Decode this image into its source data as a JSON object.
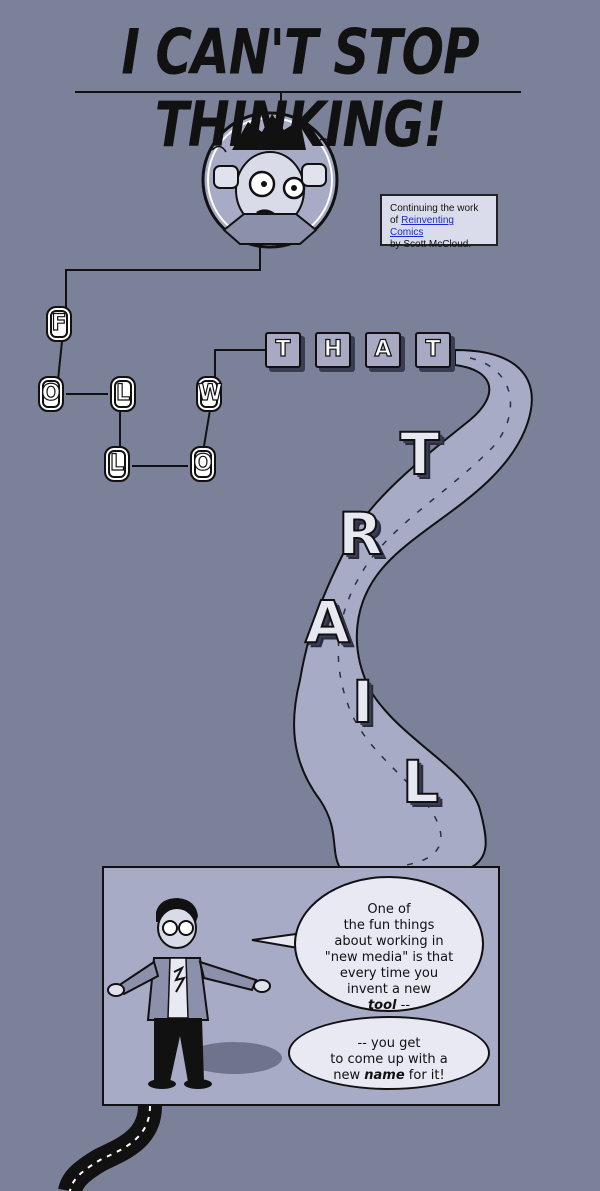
{
  "title": "I CAN'T STOP THINKING!",
  "note": {
    "line1": "Continuing the work",
    "line2_prefix": "of ",
    "link": "Reinventing Comics",
    "line3": "by Scott McCloud."
  },
  "follow_letters": [
    "F",
    "O",
    "L",
    "L",
    "O",
    "W"
  ],
  "that_letters": [
    "T",
    "H",
    "A",
    "T"
  ],
  "trail_letters": [
    "T",
    "R",
    "A",
    "I",
    "L"
  ],
  "balloon1": {
    "l1": "One of",
    "l2": "the fun things",
    "l3": "about working in",
    "l4": "\"new media\" is that",
    "l5": "every time you",
    "l6": "invent a new",
    "l7_em": "tool",
    "l7_rest": " --"
  },
  "balloon2": {
    "l1": "-- you get",
    "l2": "to come up with a",
    "l3_pre": "new ",
    "l3_em": "name",
    "l3_post": " for it!"
  },
  "colors": {
    "background": "#7b8198",
    "trail": "#a7abc6",
    "road": "#111111",
    "link": "#1a2acc"
  }
}
